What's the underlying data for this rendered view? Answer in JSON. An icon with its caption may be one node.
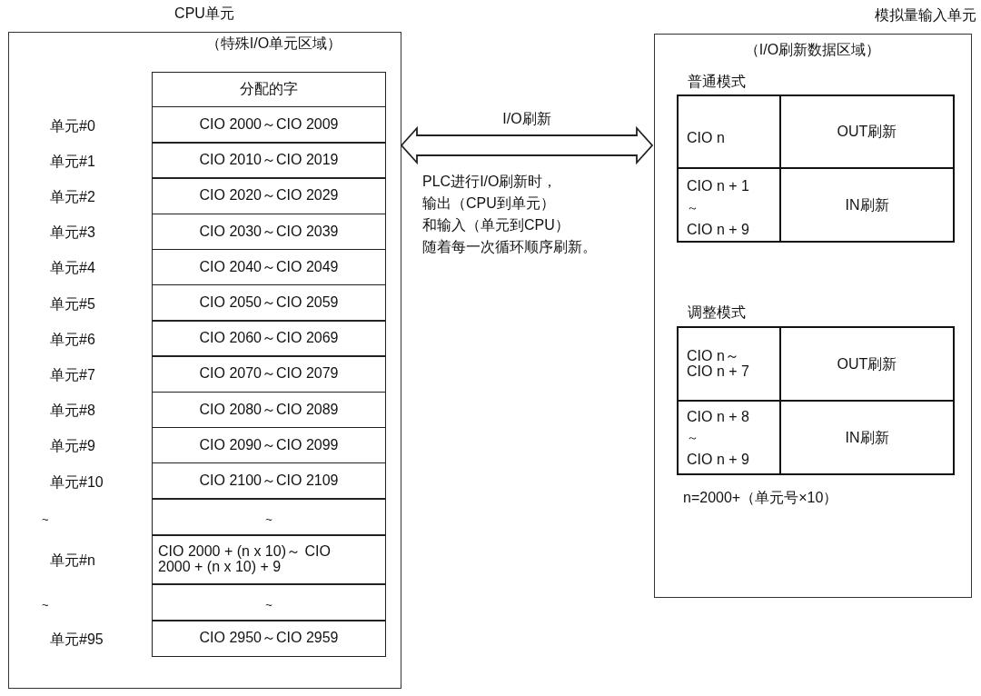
{
  "diagram": {
    "nodes": [
      {
        "text": [
          "CPU单元",
          "（特殊I/O单元区域）"
        ]
      },
      {
        "text": [
          "模拟量输入单元",
          "（I/O刷新数据区域）"
        ]
      }
    ],
    "edges": [
      {
        "from": 0,
        "to": 1,
        "arrow": "both",
        "label": "I/O刷新"
      }
    ],
    "labels": [
      "分配的字",
      "单元#0",
      "CIO 2000～CIO 2009",
      "单元#1",
      "CIO 2010～CIO 2019",
      "单元#2",
      "CIO 2020～CIO 2029",
      "单元#3",
      "CIO 2030～CIO 2039",
      "单元#4",
      "CIO 2040～CIO 2049",
      "单元#5",
      "CIO 2050～CIO 2059",
      "单元#6",
      "CIO 2060～CIO 2069",
      "单元#7",
      "CIO 2070～CIO 2079",
      "单元#8",
      "CIO 2080～CIO 2089",
      "单元#9",
      "CIO 2090～CIO 2099",
      "单元#10",
      "CIO 2100～CIO 2109",
      "~",
      "~",
      "单元#n",
      "CIO 2000 + (n x 10)～ CIO 2000 + (n x 10) + 9",
      "~",
      "~",
      "单元#95",
      "CIO 2950～CIO 2959",
      "PLC进行I/O刷新时，",
      "输出（CPU到单元）",
      "和输入（单元到CPU）",
      "随着每一次循环顺序刷新。",
      "普通模式",
      "CIO n",
      "OUT刷新",
      "CIO n + 1",
      "～",
      "CIO n + 9",
      "IN刷新",
      "调整模式",
      "CIO n～ CIO n + 7",
      "OUT刷新",
      "CIO n + 8",
      "～",
      "CIO n + 9",
      "IN刷新",
      "n=2000+（单元号×10）"
    ]
  }
}
